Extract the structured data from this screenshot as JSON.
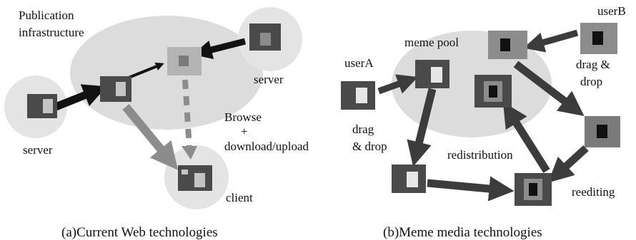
{
  "panel_a": {
    "labels": {
      "publication": "Publication",
      "infrastructure": "infrastructure",
      "server_left": "server",
      "server_right": "server",
      "browse": "Browse",
      "plus": "+",
      "download_upload": "download/upload",
      "client": "client"
    },
    "caption": "(a)Current Web technologies"
  },
  "panel_b": {
    "labels": {
      "meme_pool": "meme pool",
      "userA": "userA",
      "userB": "userB",
      "drag_drop_b_1": "drag &",
      "drag_drop_b_2": "drop",
      "drag_drop_a_1": "drag",
      "drag_drop_a_2": "& drop",
      "redistribution": "redistribution",
      "reediting": "reediting"
    },
    "caption": "(b)Meme media technologies"
  },
  "colors": {
    "pool": "#dcdcdc",
    "dark_box": "#4a4a4a",
    "mid_box": "#7a7a7a",
    "light_box": "#b4b4b4",
    "arrow_dark": "#3c3c3c",
    "arrow_light": "#8c8c8c"
  }
}
